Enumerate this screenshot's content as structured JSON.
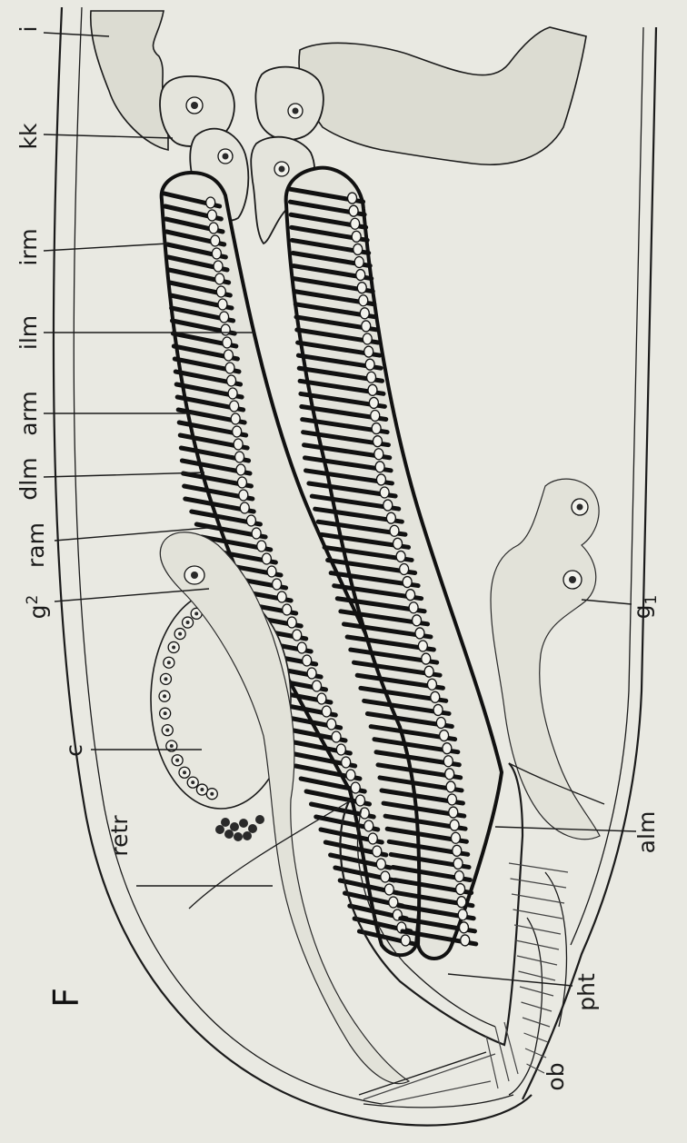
{
  "figure": {
    "panel_letter": "F",
    "labels": {
      "i": "i",
      "kk": "kk",
      "irm": "irm",
      "ilm": "ilm",
      "arm": "arm",
      "dlm": "dlm",
      "ram": "ram",
      "g2": "g",
      "g2_sup": "2",
      "c": "c",
      "retr": "retr",
      "g1": "g",
      "g1_sub": "1",
      "alm": "alm",
      "pht": "pht",
      "ob": "ob"
    }
  }
}
